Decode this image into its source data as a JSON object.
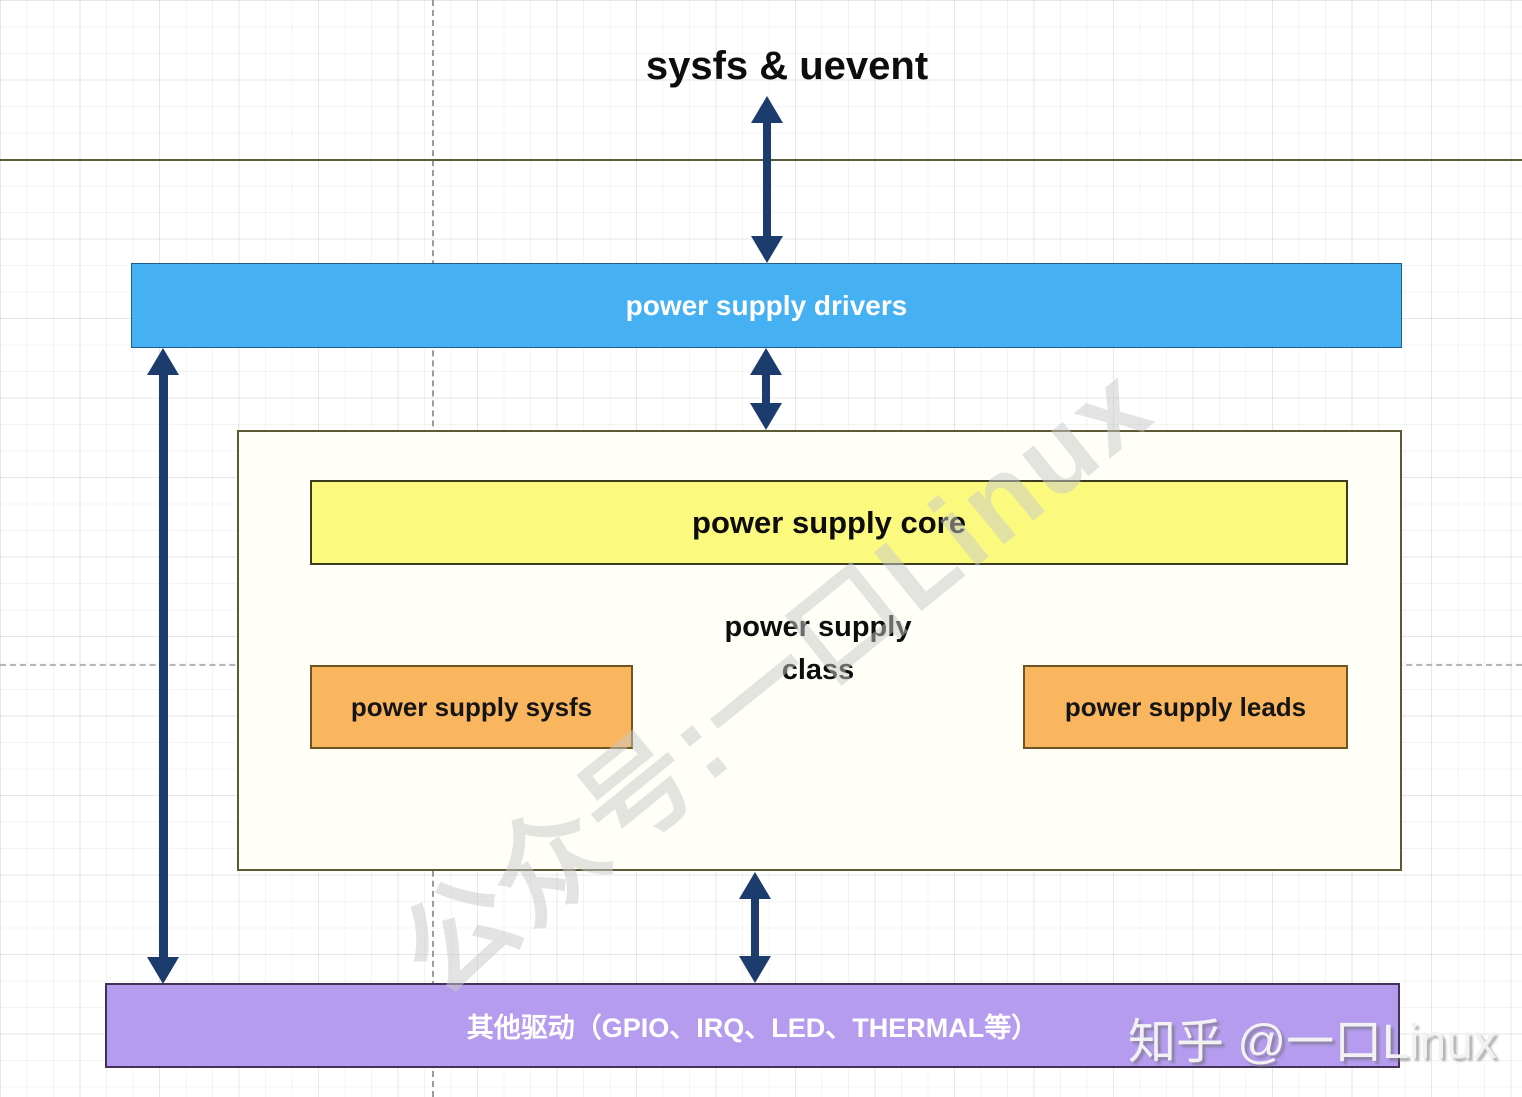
{
  "title": "sysfs & uevent",
  "boxes": {
    "drivers": {
      "label": "power supply drivers"
    },
    "core": {
      "label": "power supply core"
    },
    "class_line1": "power supply",
    "class_line2": "class",
    "sysfs": {
      "label": "power supply sysfs"
    },
    "leads": {
      "label": "power supply leads"
    },
    "other": {
      "label": "其他驱动（GPIO、IRQ、LED、THERMAL等）"
    }
  },
  "watermarks": {
    "diagonal": "公众号:一口Linux",
    "corner": "知乎 @一口Linux"
  },
  "colors": {
    "arrow": "#1d3c6e",
    "line": "#5d5a33",
    "blue": "#45b1f3",
    "yellow": "#fbfa7e",
    "orange": "#f9b65f",
    "purple": "#b59cef"
  }
}
